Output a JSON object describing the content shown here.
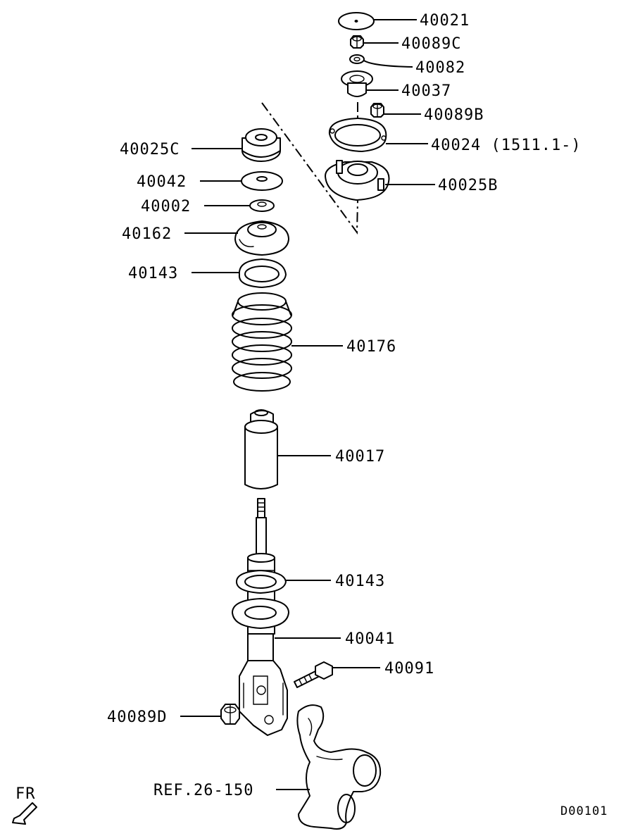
{
  "parts": [
    {
      "id": "p40021",
      "label": "40021"
    },
    {
      "id": "p40089c",
      "label": "40089C"
    },
    {
      "id": "p40082",
      "label": "40082"
    },
    {
      "id": "p40037",
      "label": "40037"
    },
    {
      "id": "p40089b",
      "label": "40089B"
    },
    {
      "id": "p40024",
      "label": "40024 (1511.1-)"
    },
    {
      "id": "p40025b",
      "label": "40025B"
    },
    {
      "id": "p40025c",
      "label": "40025C"
    },
    {
      "id": "p40042",
      "label": "40042"
    },
    {
      "id": "p40002",
      "label": "40002"
    },
    {
      "id": "p40162",
      "label": "40162"
    },
    {
      "id": "p40143a",
      "label": "40143"
    },
    {
      "id": "p40176",
      "label": "40176"
    },
    {
      "id": "p40017",
      "label": "40017"
    },
    {
      "id": "p40143b",
      "label": "40143"
    },
    {
      "id": "p40041",
      "label": "40041"
    },
    {
      "id": "p40091",
      "label": "40091"
    },
    {
      "id": "p40089d",
      "label": "40089D"
    },
    {
      "id": "ref",
      "label": "REF.26-150"
    }
  ],
  "direction_label": "FR",
  "diagram_code": "D00101"
}
